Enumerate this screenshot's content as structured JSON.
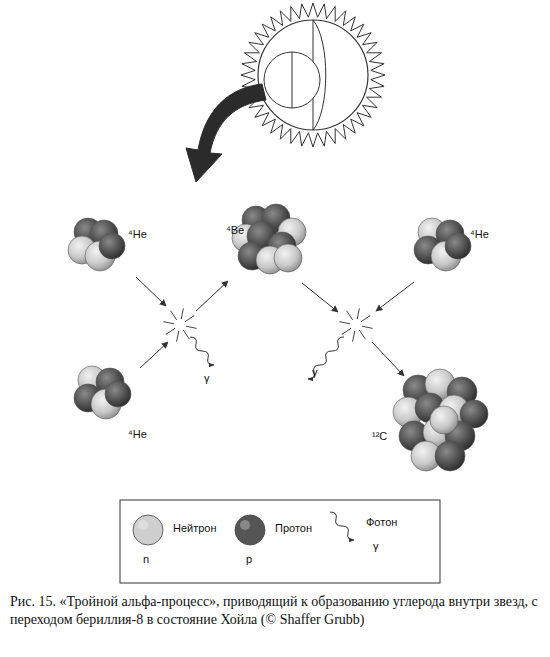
{
  "diagram": {
    "caption": "Рис. 15. «Тройной альфа-процесс», приводящий к образованию углерода внутри звезд, с переходом бериллия-8 в состояние Хойла (© Shaffer Grubb)",
    "labels": [
      "⁴He",
      "⁴Be",
      "⁴He",
      "⁴He",
      "γ",
      "γ",
      "¹²C",
      "n",
      "p",
      "γ"
    ],
    "legend": [
      {
        "text": "Нейтрон",
        "color": "#cfcfcf"
      },
      {
        "text": "Протон",
        "color": "#555555"
      },
      {
        "text": "Фотон"
      }
    ]
  }
}
